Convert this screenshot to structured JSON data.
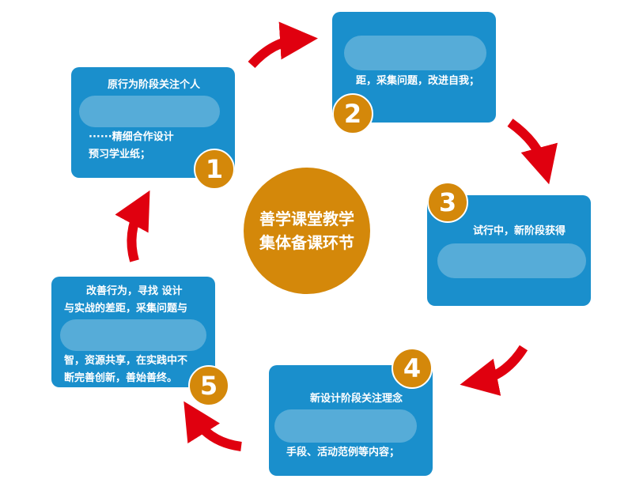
{
  "center": {
    "line1": "善学课堂教学",
    "line2": "集体备课环节"
  },
  "steps": [
    {
      "num": "1",
      "lines": [
        "原行为阶段关注个人",
        "",
        "······精细合作设计",
        "预习学业纸；"
      ]
    },
    {
      "num": "2",
      "lines": [
        "",
        "",
        "距，采集问题，改进自我；"
      ]
    },
    {
      "num": "3",
      "lines": [
        "试行中，新阶段获得",
        "",
        ""
      ]
    },
    {
      "num": "4",
      "lines": [
        "新设计阶段关注理念",
        "",
        "",
        "手段、活动范例等内容；"
      ]
    },
    {
      "num": "5",
      "lines": [
        "改善行为，寻找  设计",
        "与实战的差距，采集问题与",
        "",
        "智，资源共享，在实践中不",
        "断完善创新，善始善终。"
      ]
    }
  ],
  "colors": {
    "box": "#1a8fcc",
    "badge": "#d4880a",
    "arrow": "#e0000f"
  }
}
